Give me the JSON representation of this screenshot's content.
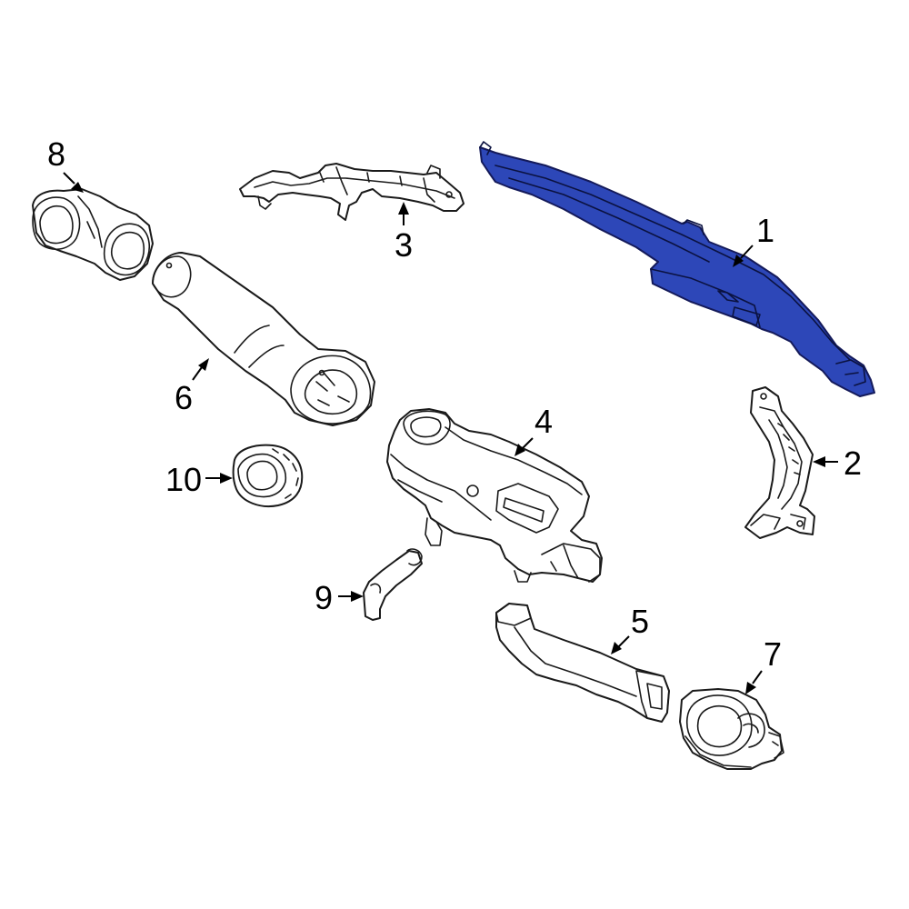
{
  "colors": {
    "highlight": "#2d47b8",
    "line": "#1a1a1a",
    "background": "#ffffff"
  },
  "callouts": [
    {
      "id": "1",
      "label": "1"
    },
    {
      "id": "2",
      "label": "2"
    },
    {
      "id": "3",
      "label": "3"
    },
    {
      "id": "4",
      "label": "4"
    },
    {
      "id": "5",
      "label": "5"
    },
    {
      "id": "6",
      "label": "6"
    },
    {
      "id": "7",
      "label": "7"
    },
    {
      "id": "8",
      "label": "8"
    },
    {
      "id": "9",
      "label": "9"
    },
    {
      "id": "10",
      "label": "10"
    }
  ],
  "highlighted_part": "1"
}
